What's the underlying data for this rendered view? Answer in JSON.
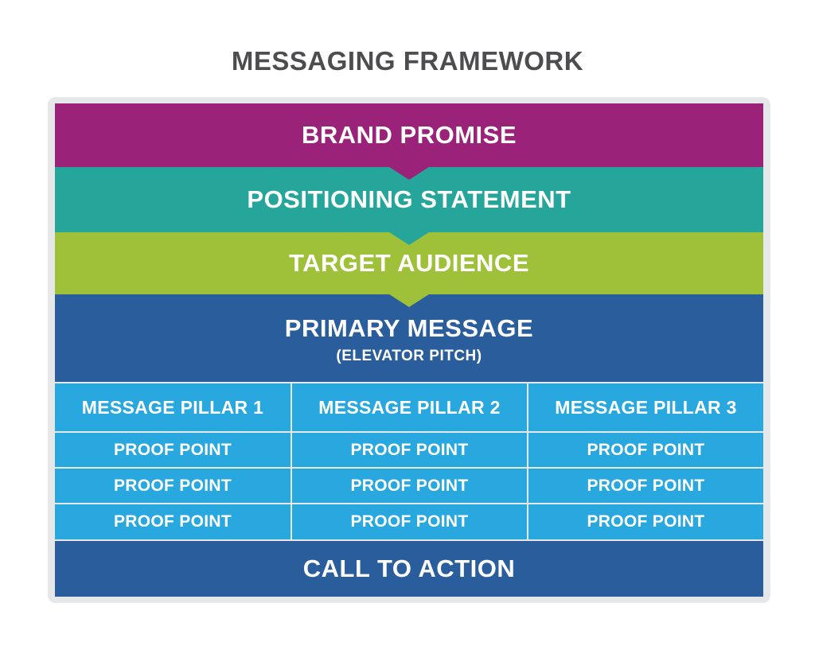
{
  "title": "MESSAGING FRAMEWORK",
  "colors": {
    "brand_promise": "#9b2279",
    "positioning": "#26a69a",
    "target": "#9fc13a",
    "primary": "#2a5d9b",
    "pillar": "#29a8df",
    "cta": "#2a5d9b",
    "frame": "#e6e7e8",
    "title": "#4d4d4f"
  },
  "layers": {
    "brand_promise": "BRAND PROMISE",
    "positioning_statement": "POSITIONING STATEMENT",
    "target_audience": "TARGET AUDIENCE",
    "primary_message": "PRIMARY MESSAGE",
    "primary_message_sub": "(ELEVATOR PITCH)",
    "call_to_action": "CALL TO ACTION"
  },
  "pillars": [
    {
      "label": "MESSAGE PILLAR 1",
      "proof_points": [
        "PROOF POINT",
        "PROOF POINT",
        "PROOF POINT"
      ]
    },
    {
      "label": "MESSAGE PILLAR 2",
      "proof_points": [
        "PROOF POINT",
        "PROOF POINT",
        "PROOF POINT"
      ]
    },
    {
      "label": "MESSAGE PILLAR 3",
      "proof_points": [
        "PROOF POINT",
        "PROOF POINT",
        "PROOF POINT"
      ]
    }
  ]
}
